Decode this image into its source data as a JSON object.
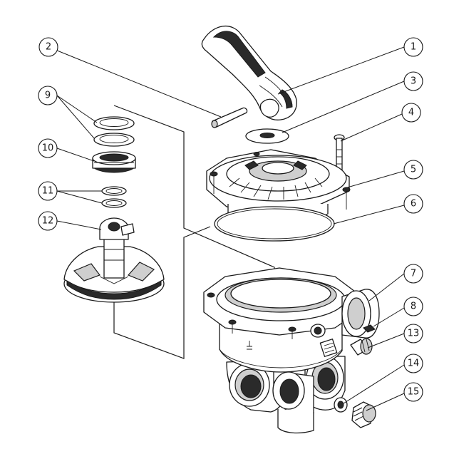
{
  "callouts": [
    {
      "id": "c1",
      "label": "1"
    },
    {
      "id": "c2",
      "label": "2"
    },
    {
      "id": "c3",
      "label": "3"
    },
    {
      "id": "c4",
      "label": "4"
    },
    {
      "id": "c5",
      "label": "5"
    },
    {
      "id": "c6",
      "label": "6"
    },
    {
      "id": "c7",
      "label": "7"
    },
    {
      "id": "c8",
      "label": "8"
    },
    {
      "id": "c9",
      "label": "9"
    },
    {
      "id": "c10",
      "label": "10"
    },
    {
      "id": "c11",
      "label": "11"
    },
    {
      "id": "c12",
      "label": "12"
    },
    {
      "id": "c13",
      "label": "13"
    },
    {
      "id": "c14",
      "label": "14"
    },
    {
      "id": "c15",
      "label": "15"
    }
  ],
  "housing_marking": ""
}
